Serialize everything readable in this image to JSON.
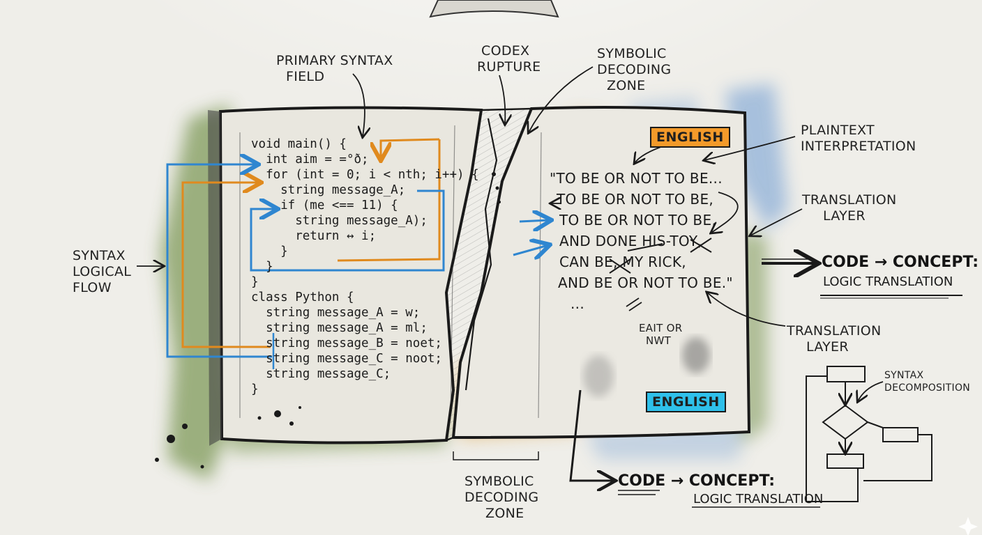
{
  "labels": {
    "primary_syntax_field": [
      "PRIMARY SYNTAX",
      "FIELD"
    ],
    "codex_rupture": [
      "CODEX",
      "RUPTURE"
    ],
    "symbolic_decoding_zone_top": [
      "SYMBOLIC",
      "DECODING",
      "ZONE"
    ],
    "plaintext_interpretation": [
      "PLAINTEXT",
      "INTERPRETATION"
    ],
    "translation_layer_1": [
      "TRANSLATION",
      "LAYER"
    ],
    "translation_layer_2": [
      "TRANSLATION",
      "LAYER"
    ],
    "syntax_logical_flow": [
      "SYNTAX",
      "LOGICAL",
      "FLOW"
    ],
    "symbolic_decoding_zone_bottom": [
      "SYMBOLIC",
      "DECODING",
      "ZONE"
    ],
    "syntax_decomposition": [
      "SYNTAX",
      "DECOMPOSITION"
    ]
  },
  "code_lines": [
    "void main() {",
    "  int aim = =°ð;",
    "  for (int = 0; i < nth; i++) {",
    "    string message_A;",
    "    if (me <== 11) {",
    "      string message_A);",
    "      return ↔ i;",
    "    }",
    "  }",
    "}",
    "class Python {",
    "  string message_A = w;",
    "  string message_A = ml;",
    "  string message_B = noet;",
    "  string message_C = noot;",
    "  string message_C;",
    "}"
  ],
  "english_lines": [
    "\"TO BE OR NOT TO BE...",
    "TO BE OR NOT TO BE,",
    "TO BE OR NOT TO BE,",
    "AND DONE HIS-TOY,",
    "CAN BE, MY RICK,",
    "AND BE OR NOT TO BE.\"",
    "..."
  ],
  "badges": {
    "top": "ENGLISH",
    "bottom": "ENGLISH"
  },
  "scribble": [
    "EAIT OR",
    "NWT"
  ],
  "code_concept_right": {
    "main": "CODE → CONCEPT:",
    "sub": "LOGIC TRANSLATION"
  },
  "code_concept_bottom": {
    "main": "CODE → CONCEPT:",
    "sub": "LOGIC TRANSLATION"
  },
  "colors": {
    "paper": "#efeee9",
    "green_wash": "#7f9a5a",
    "blue_wash": "#8fb0d8",
    "orange_wash": "#e4ad55",
    "orange_ink": "#e08a1e",
    "blue_ink": "#2f86d0",
    "badge_orange": "#f39a2a",
    "badge_cyan": "#2ec0ea",
    "ink": "#1a1a1a"
  }
}
